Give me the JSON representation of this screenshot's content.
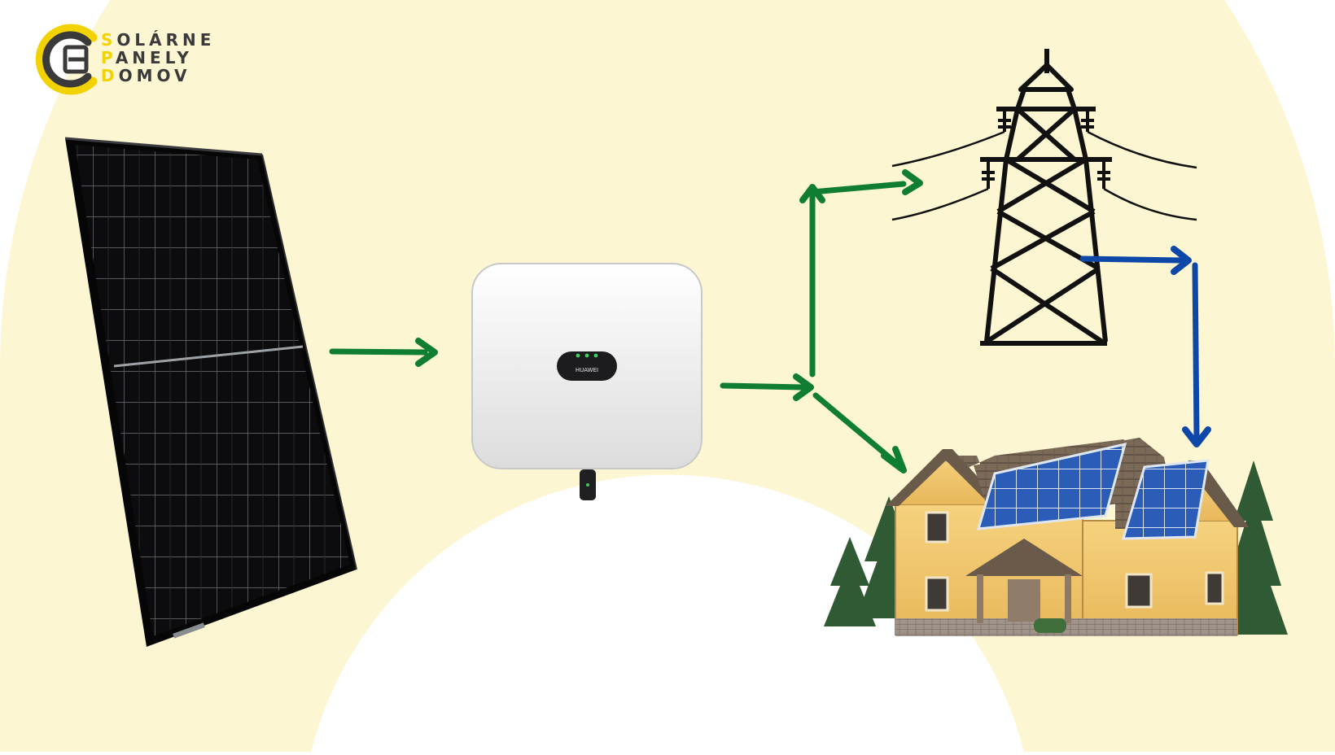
{
  "colors": {
    "arc": "#fdf6d3",
    "flow_green": "#0f7d32",
    "flow_blue": "#0d47a8",
    "logo_yellow": "#f2d200",
    "logo_dark": "#3a3a3a"
  },
  "logo": {
    "line1_first": "S",
    "line1_rest": "OLÁRNE",
    "line2_first": "P",
    "line2_rest": "ANELY",
    "line3_first": "D",
    "line3_rest": "OMOV"
  },
  "inverter": {
    "brand": "HUAWEI"
  },
  "nodes": [
    "solar-panel",
    "inverter",
    "power-grid-pylon",
    "house"
  ],
  "flows": [
    {
      "from": "solar-panel",
      "to": "inverter",
      "color": "green"
    },
    {
      "from": "inverter",
      "to": "power-grid-pylon",
      "color": "green"
    },
    {
      "from": "inverter",
      "to": "house",
      "color": "green"
    },
    {
      "from": "power-grid-pylon",
      "to": "house",
      "color": "blue"
    }
  ]
}
